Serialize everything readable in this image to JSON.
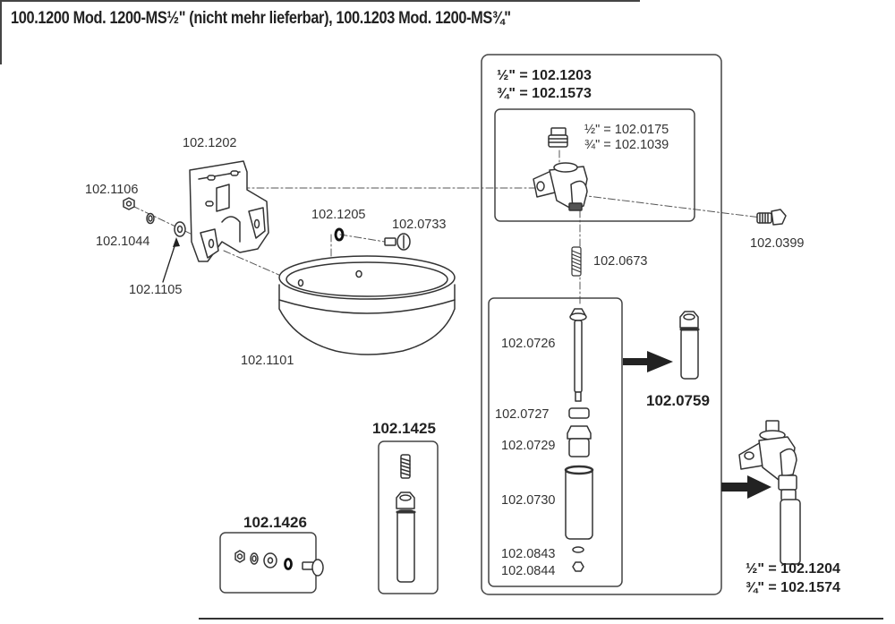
{
  "title": "100.1200 Mod. 1200-MS½\" (nicht mehr lieferbar), 100.1203 Mod. 1200-MS¾\"",
  "parts": {
    "bracket": "102.1202",
    "nut": "102.1106",
    "spring_washer": "102.1044",
    "washer": "102.1105",
    "o_ring": "102.1205",
    "bowl_screw": "102.0733",
    "bowl": "102.1101",
    "valve_screw": "102.0399",
    "spring": "102.0673",
    "valve_stem": "102.0726",
    "seal": "102.0727",
    "hex_nipple": "102.0729",
    "sleeve": "102.0730",
    "small_washer": "102.0843",
    "small_nut": "102.0844"
  },
  "valve_box": {
    "line1": "½\" = 102.1203",
    "line2": "¾\" = 102.1573",
    "plug_line1": "½\" = 102.0175",
    "plug_line2": "¾\" = 102.1039"
  },
  "kits": {
    "insert_kit": "102.0759",
    "spring_insert_kit": "102.1425",
    "screw_kit": "102.1426"
  },
  "complete_valve": {
    "line1": "½\" = 102.1204",
    "line2": "¾\" = 102.1574"
  },
  "icons": {
    "arrow_1": "arrow-right-icon",
    "arrow_2": "arrow-right-icon"
  }
}
